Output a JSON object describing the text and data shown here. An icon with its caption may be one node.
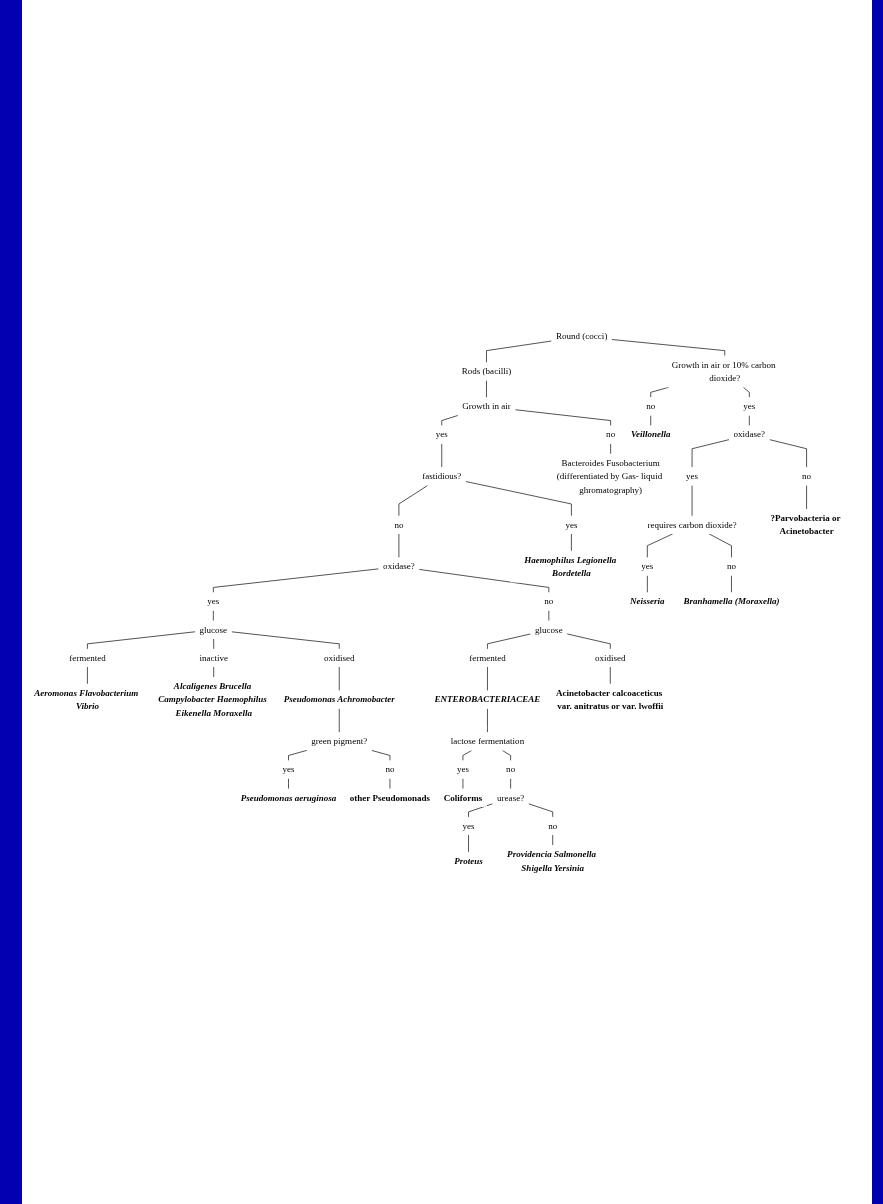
{
  "diagram": {
    "nodes": [
      {
        "text": [
          "Round (cocci)"
        ]
      },
      {
        "text": [
          "Rods (bacilli)"
        ]
      },
      {
        "text": [
          "Growth in air or 10% carbon dioxide?"
        ]
      },
      {
        "text": [
          "Growth in air"
        ]
      },
      {
        "text": [
          "no"
        ]
      },
      {
        "text": [
          "yes"
        ]
      },
      {
        "text": [
          "Veillonella"
        ]
      },
      {
        "text": [
          "oxidase?"
        ]
      },
      {
        "text": [
          "yes"
        ]
      },
      {
        "text": [
          "no"
        ]
      },
      {
        "text": [
          "fastidious?"
        ]
      },
      {
        "text": [
          "Bacteroides Fusobacterium",
          "(differentiated by Gas- liquid ghromatography)"
        ]
      },
      {
        "text": [
          "yes"
        ]
      },
      {
        "text": [
          "no"
        ]
      },
      {
        "text": [
          "requires carbon dioxide?"
        ]
      },
      {
        "text": [
          "?Parvobacteria or Acinetobacter"
        ]
      },
      {
        "text": [
          "no"
        ]
      },
      {
        "text": [
          "yes"
        ]
      },
      {
        "text": [
          "oxidase?"
        ]
      },
      {
        "text": [
          "Haemophilus Legionella Bordetella"
        ]
      },
      {
        "text": [
          "yes"
        ]
      },
      {
        "text": [
          "no"
        ]
      },
      {
        "text": [
          "Neisseria"
        ]
      },
      {
        "text": [
          "Branhamella (Moraxella)"
        ]
      },
      {
        "text": [
          "yes"
        ]
      },
      {
        "text": [
          "no"
        ]
      },
      {
        "text": [
          "glucose"
        ]
      },
      {
        "text": [
          "glucose"
        ]
      },
      {
        "text": [
          "fermented"
        ]
      },
      {
        "text": [
          "inactive"
        ]
      },
      {
        "text": [
          "oxidised"
        ]
      },
      {
        "text": [
          "fermented"
        ]
      },
      {
        "text": [
          "oxidised"
        ]
      },
      {
        "text": [
          "Aeromonas Flavobacterium Vibrio"
        ]
      },
      {
        "text": [
          "Pseudomonas Achromobacter"
        ]
      },
      {
        "text": [
          "Acinetobacter calcoaceticus var. anitratus or var. lwoffii"
        ]
      },
      {
        "text": [
          "green pigment?"
        ]
      },
      {
        "text": [
          "yes"
        ]
      },
      {
        "text": [
          "no"
        ]
      },
      {
        "text": [
          "Pseudomonas aeruginosa"
        ]
      },
      {
        "text": [
          "other Pseudomonads"
        ]
      },
      {
        "text": [
          "Alcaligenes Brucella Campylobacter Haemophilus Eikenella Moraxella"
        ]
      },
      {
        "text": [
          "ENTEROBACTERIACEAE"
        ]
      },
      {
        "text": [
          "lactose fermentation"
        ]
      },
      {
        "text": [
          "yes"
        ]
      },
      {
        "text": [
          "no"
        ]
      },
      {
        "text": [
          "Coliforms"
        ]
      },
      {
        "text": [
          "urease?"
        ]
      },
      {
        "text": [
          "yes"
        ]
      },
      {
        "text": [
          "no"
        ]
      },
      {
        "text": [
          "Proteus"
        ]
      },
      {
        "text": [
          "Providencia Salmonella Shigella Yersinia"
        ]
      }
    ],
    "edges": [
      {
        "from": 0,
        "to": 1,
        "arrow": "none"
      },
      {
        "from": 0,
        "to": 2,
        "arrow": "none"
      },
      {
        "from": 1,
        "to": 3,
        "arrow": "none"
      },
      {
        "from": 2,
        "to": 4,
        "arrow": "none"
      },
      {
        "from": 2,
        "to": 5,
        "arrow": "none"
      },
      {
        "from": 4,
        "to": 6,
        "arrow": "none"
      },
      {
        "from": 5,
        "to": 7,
        "arrow": "none"
      },
      {
        "from": 3,
        "to": 8,
        "arrow": "none"
      },
      {
        "from": 3,
        "to": 9,
        "arrow": "none"
      },
      {
        "from": 8,
        "to": 10,
        "arrow": "none"
      },
      {
        "from": 9,
        "to": 11,
        "arrow": "none"
      },
      {
        "from": 7,
        "to": 12,
        "arrow": "none"
      },
      {
        "from": 7,
        "to": 13,
        "arrow": "none"
      },
      {
        "from": 10,
        "to": 16,
        "arrow": "none"
      },
      {
        "from": 10,
        "to": 17,
        "arrow": "none"
      },
      {
        "from": 12,
        "to": 14,
        "arrow": "none"
      },
      {
        "from": 13,
        "to": 15,
        "arrow": "none"
      },
      {
        "from": 16,
        "to": 18,
        "arrow": "none"
      },
      {
        "from": 17,
        "to": 19,
        "arrow": "none"
      },
      {
        "from": 14,
        "to": 20,
        "arrow": "none"
      },
      {
        "from": 14,
        "to": 21,
        "arrow": "none"
      },
      {
        "from": 20,
        "to": 22,
        "arrow": "none"
      },
      {
        "from": 21,
        "to": 23,
        "arrow": "none"
      },
      {
        "from": 18,
        "to": 24,
        "arrow": "none"
      },
      {
        "from": 18,
        "to": 25,
        "arrow": "none"
      },
      {
        "from": 24,
        "to": 26,
        "arrow": "none"
      },
      {
        "from": 25,
        "to": 27,
        "arrow": "none"
      },
      {
        "from": 26,
        "to": 28,
        "arrow": "none"
      },
      {
        "from": 26,
        "to": 29,
        "arrow": "none"
      },
      {
        "from": 26,
        "to": 30,
        "arrow": "none"
      },
      {
        "from": 27,
        "to": 31,
        "arrow": "none"
      },
      {
        "from": 27,
        "to": 32,
        "arrow": "none"
      },
      {
        "from": 28,
        "to": 33,
        "arrow": "none"
      },
      {
        "from": 30,
        "to": 34,
        "arrow": "none"
      },
      {
        "from": 32,
        "to": 35,
        "arrow": "none"
      },
      {
        "from": 34,
        "to": 36,
        "arrow": "none"
      },
      {
        "from": 36,
        "to": 37,
        "arrow": "none"
      },
      {
        "from": 36,
        "to": 38,
        "arrow": "none"
      },
      {
        "from": 37,
        "to": 39,
        "arrow": "none"
      },
      {
        "from": 38,
        "to": 40,
        "arrow": "none"
      },
      {
        "from": 29,
        "to": 41,
        "arrow": "none"
      },
      {
        "from": 31,
        "to": 42,
        "arrow": "none"
      },
      {
        "from": 42,
        "to": 43,
        "arrow": "none"
      },
      {
        "from": 43,
        "to": 44,
        "arrow": "none"
      },
      {
        "from": 43,
        "to": 45,
        "arrow": "none"
      },
      {
        "from": 44,
        "to": 46,
        "arrow": "none"
      },
      {
        "from": 45,
        "to": 47,
        "arrow": "none"
      },
      {
        "from": 47,
        "to": 48,
        "arrow": "none"
      },
      {
        "from": 47,
        "to": 49,
        "arrow": "none"
      },
      {
        "from": 48,
        "to": 50,
        "arrow": "none"
      },
      {
        "from": 49,
        "to": 51,
        "arrow": "none"
      }
    ]
  }
}
